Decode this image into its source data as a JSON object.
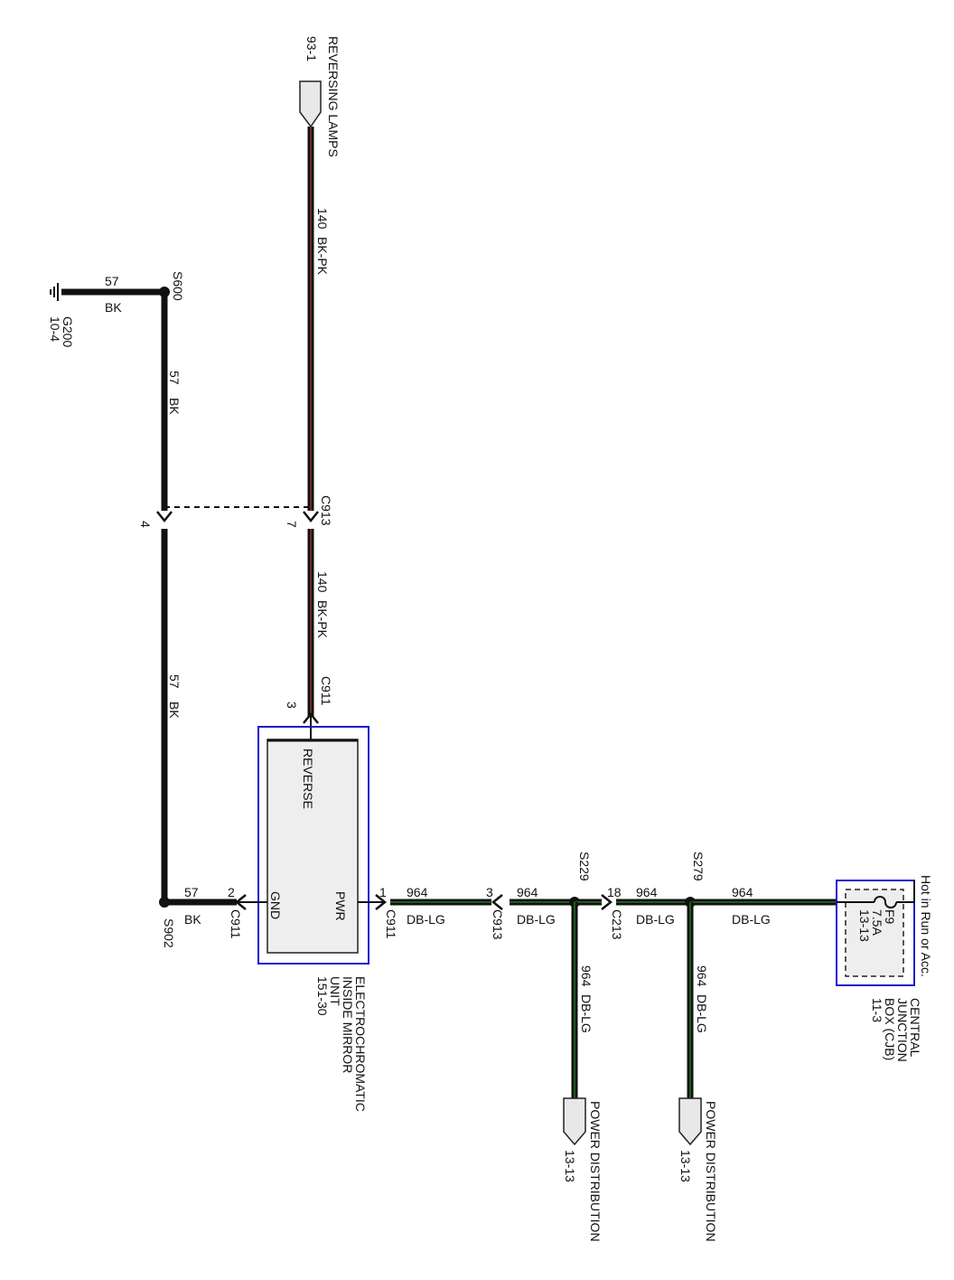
{
  "wire_colors": {
    "black": "#111111",
    "brown": "#5a2a20",
    "green": "#1e5a1e",
    "module_blue": "#1a1ad0",
    "module_fill": "#eeeeee"
  },
  "top_connector": {
    "ref": "93-1",
    "name": "REVERSING LAMPS"
  },
  "wire_140": {
    "circuit": "140",
    "color": "BK-PK"
  },
  "ground": {
    "splice": "S600",
    "circuit": "57",
    "color": "BK",
    "point": "G200",
    "page": "10-4"
  },
  "gnd_wire": {
    "circuit": "57",
    "color": "BK"
  },
  "c913_top": {
    "connector": "C913",
    "pin_brown": "7",
    "pin_black": "4"
  },
  "c911_top": {
    "connector": "C911",
    "pin": "3"
  },
  "module": {
    "reverse": "REVERSE",
    "gnd": "GND",
    "pwr": "PWR",
    "line1": "ELECTROCHROMATIC",
    "line2": "INSIDE MIRROR",
    "line3": "UNIT",
    "line4": "151-30"
  },
  "bottom_gnd": {
    "splice": "S902",
    "circuit": "57",
    "color": "BK",
    "pin": "2",
    "connector": "C911"
  },
  "pwr_wire": {
    "pin": "1",
    "connector": "C911",
    "circuit": "964",
    "color": "DB-LG"
  },
  "c913_bottom": {
    "pin": "3",
    "connector": "C913",
    "circuit": "964",
    "color": "DB-LG"
  },
  "s229": {
    "name": "S229"
  },
  "c213": {
    "pin": "18",
    "connector": "C213",
    "circuit": "964",
    "color": "DB-LG"
  },
  "s279": {
    "name": "S279",
    "circuit": "964",
    "color": "DB-LG"
  },
  "branch1": {
    "circuit": "964",
    "color": "DB-LG",
    "dest": "POWER DISTRIBUTION",
    "page": "13-13"
  },
  "branch2": {
    "circuit": "964",
    "color": "DB-LG",
    "dest": "POWER DISTRIBUTION",
    "page": "13-13"
  },
  "cjb": {
    "hot": "Hot in Run or Acc.",
    "fuse": "F9",
    "amps": "7.5A",
    "page": "13-13",
    "line1": "CENTRAL",
    "line2": "JUNCTION",
    "line3": "BOX (CJB)",
    "line4": "11-3"
  }
}
